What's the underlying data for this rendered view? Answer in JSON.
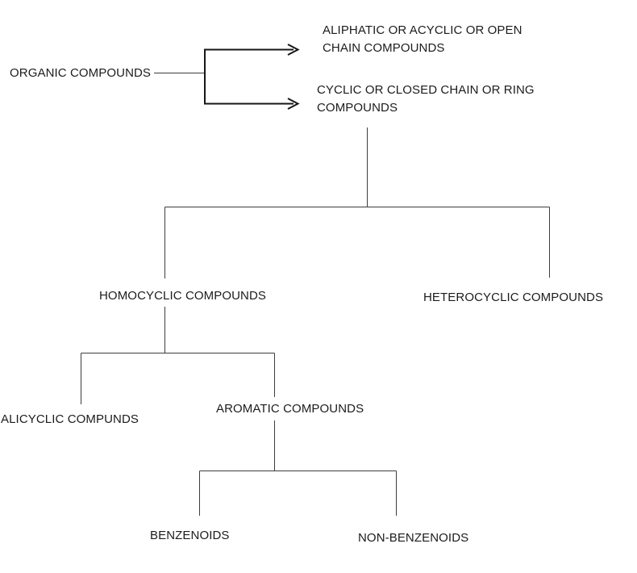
{
  "nodes": {
    "organic": "ORGANIC COMPOUNDS",
    "aliphatic": {
      "line1": "ALIPHATIC OR ACYCLIC OR OPEN",
      "line2": "CHAIN COMPOUNDS"
    },
    "cyclic": {
      "line1": "CYCLIC OR CLOSED CHAIN OR RING",
      "line2": "COMPOUNDS"
    },
    "homocyclic": "HOMOCYCLIC COMPOUNDS",
    "heterocyclic": "HETEROCYCLIC COMPOUNDS",
    "alicyclic": "ALICYCLIC COMPUNDS",
    "aromatic": "AROMATIC COMPOUNDS",
    "benzenoids": "BENZENOIDS",
    "non_benzenoids": "NON-BENZENOIDS"
  },
  "colors": {
    "background": "#ffffff",
    "text": "#1c1c1c",
    "tree_line": "#3d3d3d",
    "arrow_line": "#161616"
  }
}
